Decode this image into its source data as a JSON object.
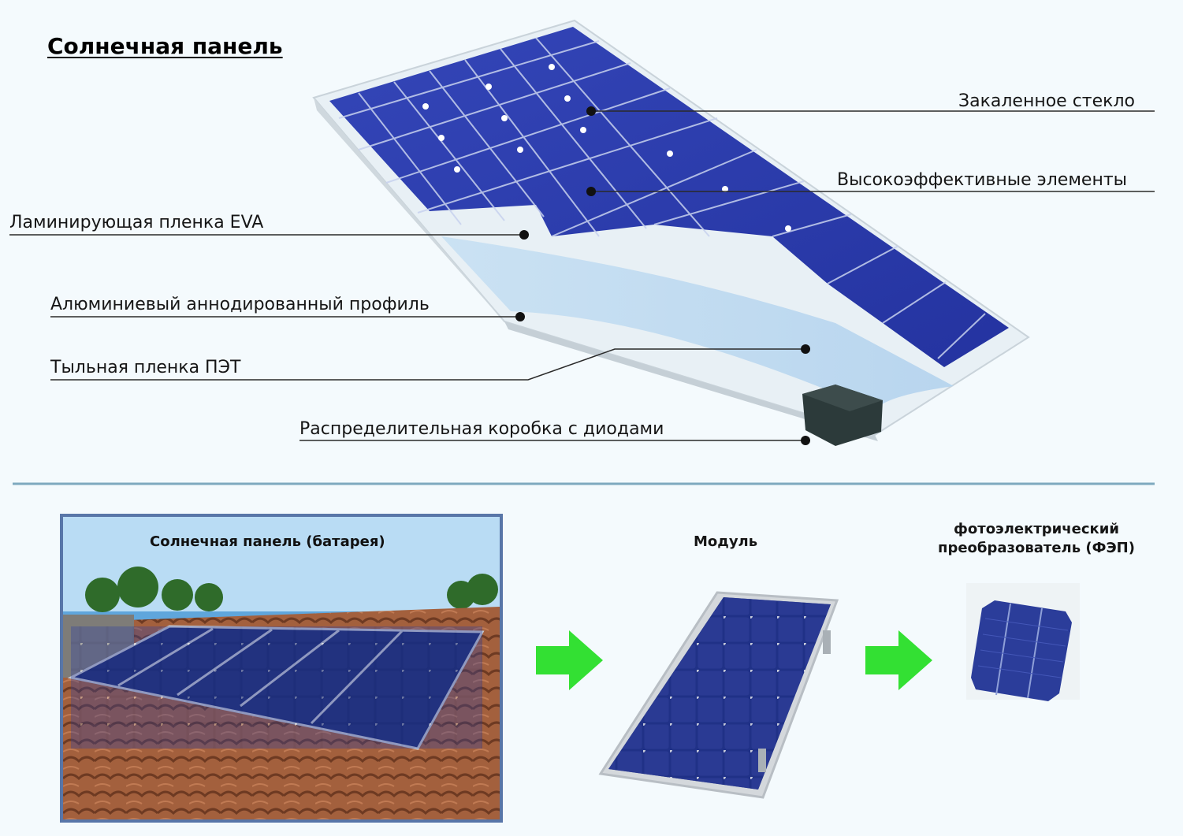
{
  "title": "Солнечная панель",
  "labels": {
    "tempered_glass": "Закаленное стекло",
    "high_efficiency_cells": "Высокоэффективные элементы",
    "eva_film": "Ламинирующая пленка EVA",
    "aluminum_profile": "Алюминиевый аннодированный профиль",
    "pet_back_film": "Тыльная пленка ПЭТ",
    "junction_box": "Распределительная коробка с диодами"
  },
  "bottom": {
    "battery": "Солнечная панель (батарея)",
    "module": "Модуль",
    "cell_line1": "фотоэлектрический",
    "cell_line2": "преобразователь (ФЭП)"
  },
  "colors": {
    "cell_blue": "#2f3fa8",
    "cell_blue_dark": "#1c2878",
    "arrow_green": "#33e033",
    "roof_tile": "#9b5a3a",
    "sky": "#5fa6dc",
    "divider": "#7ea9bf"
  }
}
